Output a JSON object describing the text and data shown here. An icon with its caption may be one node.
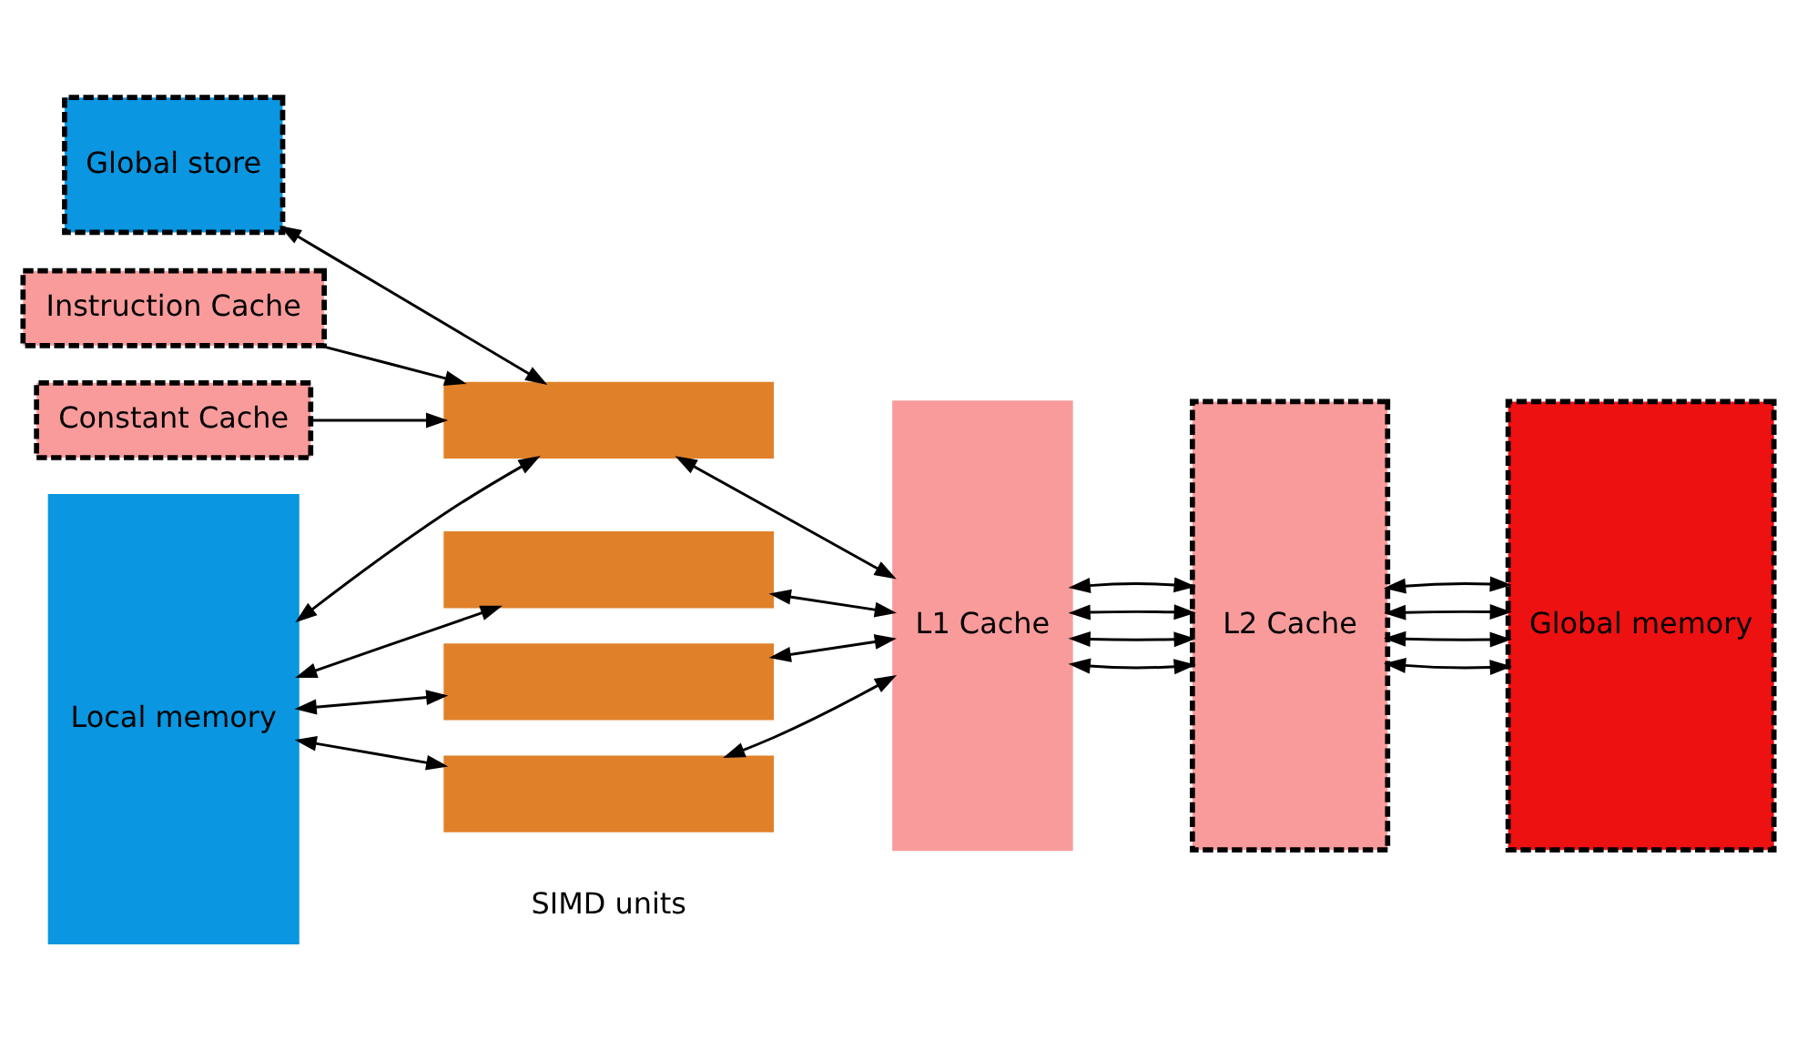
{
  "diagram": {
    "nodes": [
      {
        "text": [
          "Global store"
        ]
      },
      {
        "text": [
          "Instruction Cache"
        ]
      },
      {
        "text": [
          "Constant Cache"
        ]
      },
      {
        "text": [
          "Local memory"
        ]
      },
      {
        "text": [],
        "shape": "box"
      },
      {
        "text": [],
        "shape": "box"
      },
      {
        "text": [],
        "shape": "box"
      },
      {
        "text": [],
        "shape": "box"
      },
      {
        "text": [
          "L1 Cache"
        ]
      },
      {
        "text": [
          "L2 Cache"
        ]
      },
      {
        "text": [
          "Global memory"
        ]
      }
    ],
    "edges": [
      {
        "from": 0,
        "to": 4,
        "arrow": "both"
      },
      {
        "from": 1,
        "to": 4,
        "arrow": "to"
      },
      {
        "from": 2,
        "to": 4,
        "arrow": "to"
      },
      {
        "from": 3,
        "to": 4,
        "arrow": "both"
      },
      {
        "from": 3,
        "to": 5,
        "arrow": "both"
      },
      {
        "from": 3,
        "to": 6,
        "arrow": "both"
      },
      {
        "from": 3,
        "to": 7,
        "arrow": "both"
      },
      {
        "from": 4,
        "to": 8,
        "arrow": "both"
      },
      {
        "from": 5,
        "to": 8,
        "arrow": "both"
      },
      {
        "from": 6,
        "to": 8,
        "arrow": "both"
      },
      {
        "from": 7,
        "to": 8,
        "arrow": "both"
      },
      {
        "from": 8,
        "to": 9,
        "arrow": "both"
      },
      {
        "from": 8,
        "to": 9,
        "arrow": "both"
      },
      {
        "from": 8,
        "to": 9,
        "arrow": "both"
      },
      {
        "from": 8,
        "to": 9,
        "arrow": "both"
      },
      {
        "from": 9,
        "to": 10,
        "arrow": "both"
      },
      {
        "from": 9,
        "to": 10,
        "arrow": "both"
      },
      {
        "from": 9,
        "to": 10,
        "arrow": "both"
      },
      {
        "from": 9,
        "to": 10,
        "arrow": "both"
      }
    ],
    "labels": [
      "SIMD units"
    ]
  }
}
